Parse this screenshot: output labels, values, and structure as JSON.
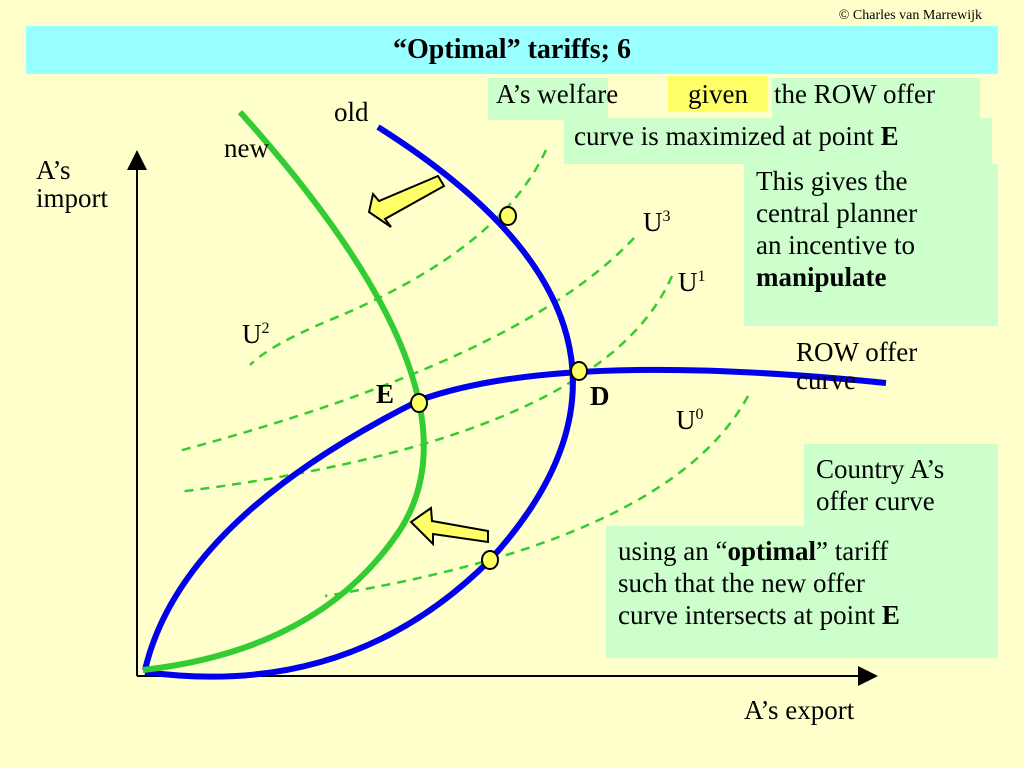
{
  "header": {
    "copyright": "© Charles van Marrewijk",
    "title": "“Optimal” tariffs; 6"
  },
  "axes": {
    "y_label_line1": "A’s",
    "y_label_line2": "import",
    "x_label": "A’s export"
  },
  "curve_labels": {
    "old": "old",
    "new": "new",
    "row_line1": "ROW offer",
    "row_line2": "curve"
  },
  "utility_labels": {
    "u_letter": "U",
    "u3": "3",
    "u1": "1",
    "u2": "2",
    "u0": "0"
  },
  "points": {
    "e": "E",
    "d": "D"
  },
  "boxes": {
    "welfare_part1": "A’s welfare",
    "welfare_given": "given",
    "welfare_part2": "the ROW offer",
    "welfare_part3": "curve is maximized at point",
    "welfare_point": "E",
    "planner_line1": "This gives the",
    "planner_line2": "central planner",
    "planner_line3": "an incentive to",
    "planner_line4": "manipulate",
    "country_line1": "Country A’s",
    "country_line2": "offer curve",
    "using_pre": "using an “",
    "using_bold": "optimal",
    "using_post": "” tariff",
    "using_line2": "such that the new offer",
    "using_line3": "curve intersects at point",
    "using_point": "E"
  },
  "colors": {
    "background": "#ffffcc",
    "title_bar": "#99ffff",
    "box_fill": "#ccffcc",
    "given_highlight": "#ffff66",
    "old_offer_curve": "#0000ee",
    "new_offer_curve": "#33cc33",
    "indifference_curves": "#33cc33",
    "markers": "#ffff66",
    "arrows": "#ffff66"
  }
}
